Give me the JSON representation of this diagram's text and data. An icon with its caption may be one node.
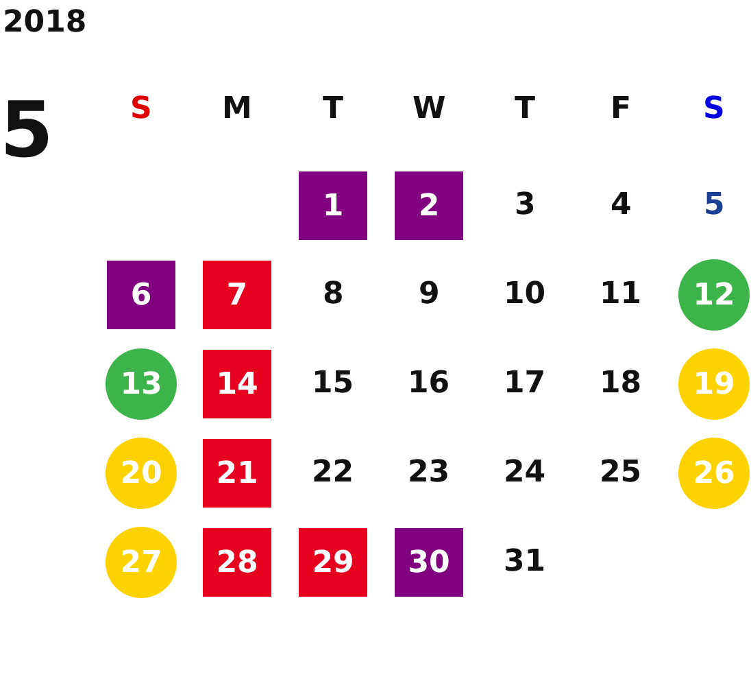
{
  "diagram": {
    "title": "2018",
    "nodes": [
      {
        "text": [
          "1"
        ]
      },
      {
        "text": [
          "2"
        ]
      },
      {
        "text": [
          "6"
        ]
      },
      {
        "text": [
          "7"
        ]
      },
      {
        "text": [
          "12"
        ]
      },
      {
        "text": [
          "13"
        ]
      },
      {
        "text": [
          "14"
        ]
      },
      {
        "text": [
          "19"
        ]
      },
      {
        "text": [
          "20"
        ]
      },
      {
        "text": [
          "21"
        ]
      },
      {
        "text": [
          "26"
        ]
      },
      {
        "text": [
          "27"
        ]
      },
      {
        "text": [
          "28"
        ]
      },
      {
        "text": [
          "29"
        ]
      },
      {
        "text": [
          "30"
        ]
      }
    ],
    "edges": [],
    "labels": [
      "5",
      "S",
      "M",
      "T",
      "W",
      "T",
      "F",
      "S",
      "3",
      "4",
      "5",
      "8",
      "9",
      "10",
      "11",
      "15",
      "16",
      "17",
      "18",
      "22",
      "23",
      "24",
      "25",
      "31"
    ]
  }
}
